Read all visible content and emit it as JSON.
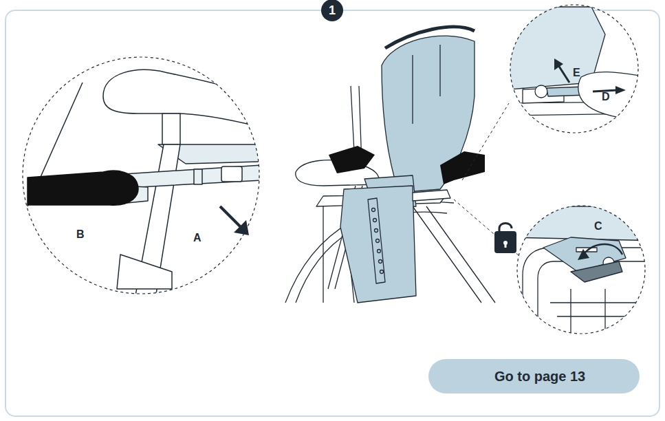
{
  "diagram": {
    "nodes": [
      {
        "text": [
          "1"
        ]
      },
      {
        "text": [
          "Go to page 13"
        ]
      }
    ],
    "labels": [
      "B",
      "A",
      "E",
      "D",
      "C"
    ]
  }
}
